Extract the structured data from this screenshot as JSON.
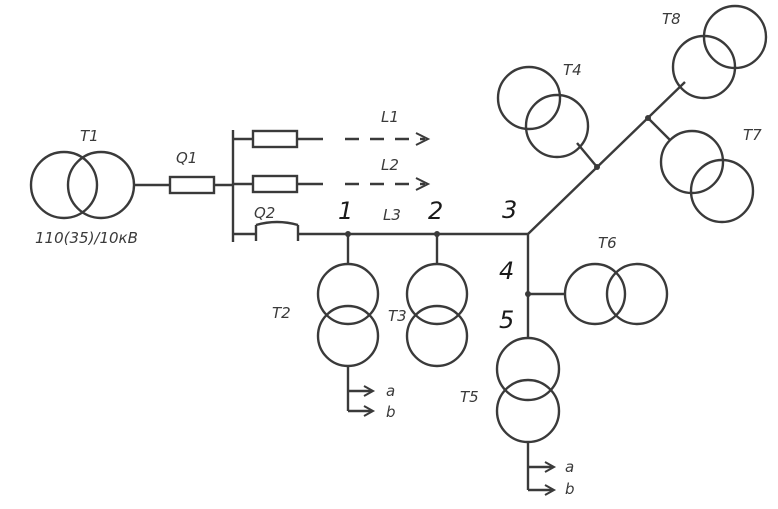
{
  "transformers": {
    "t1": "T1",
    "t1_voltage": "110(35)/10кВ",
    "t2": "T2",
    "t3": "T3",
    "t4": "T4",
    "t5": "T5",
    "t6": "T6",
    "t7": "T7",
    "t8": "T8"
  },
  "switches": {
    "q1": "Q1",
    "q2": "Q2"
  },
  "lines": {
    "l1": "L1",
    "l2": "L2",
    "l3": "L3"
  },
  "nodes": [
    "1",
    "2",
    "3",
    "4",
    "5"
  ],
  "outputs": {
    "t2_a": "a",
    "t2_b": "b",
    "t5_a": "a",
    "t5_b": "b"
  }
}
